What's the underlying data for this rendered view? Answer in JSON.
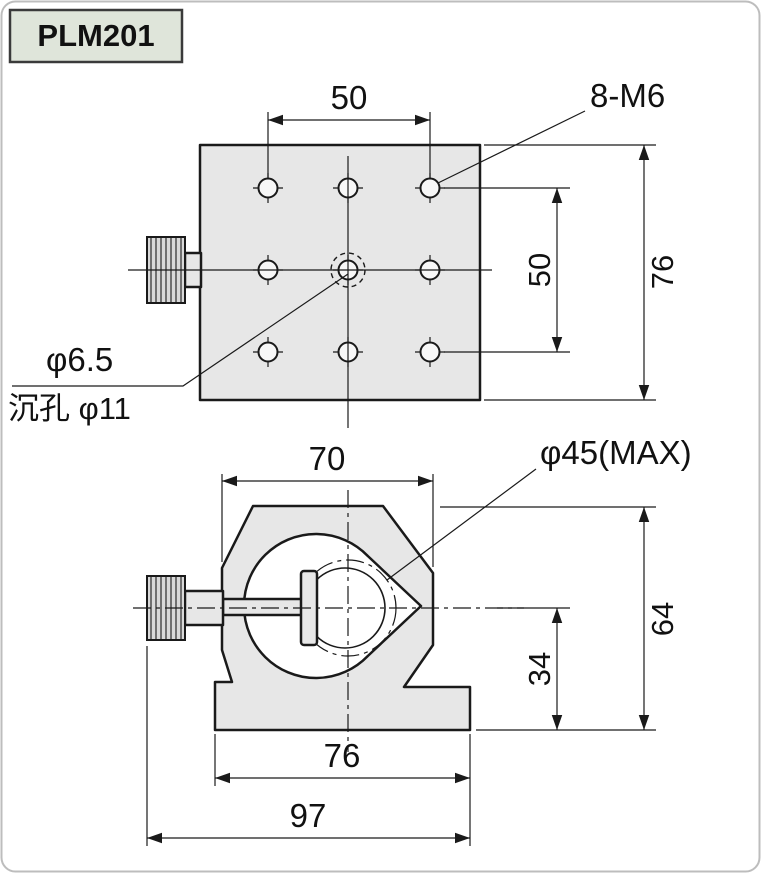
{
  "badge": {
    "label": "PLM201"
  },
  "colors": {
    "line": "#1a1a1a",
    "part_fill": "#e7e7e7",
    "badge_fill": "#dfe5da"
  },
  "top_view": {
    "dim_hole_pitch_h": "50",
    "thread_label": "8-M6",
    "dim_plate_height": "76",
    "dim_hole_pitch_v": "50",
    "hole_dia_label": "φ6.5",
    "counterbore_label": "沉孔 φ11"
  },
  "side_view": {
    "dim_body_width": "70",
    "max_dia_label": "φ45(MAX)",
    "dim_body_height": "64",
    "dim_center_height": "34",
    "dim_base_width": "76",
    "dim_overall_width": "97"
  }
}
